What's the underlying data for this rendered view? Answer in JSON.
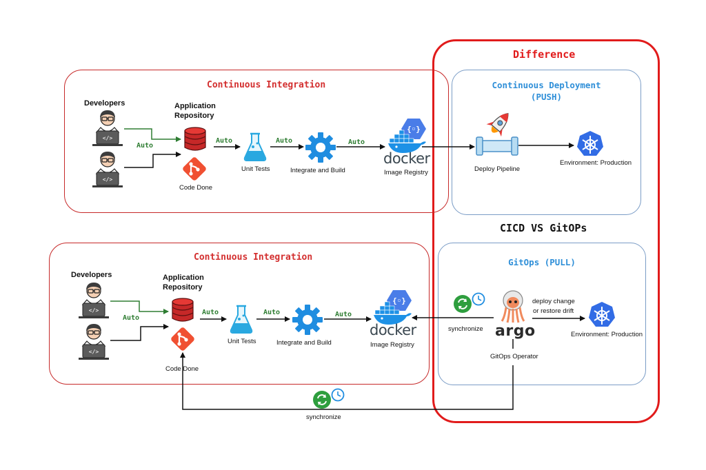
{
  "diagram": {
    "difference_title": "Difference",
    "vs_title": "CICD VS GitOPs",
    "push_section": {
      "ci_title": "Continuous Integration",
      "cd_title": "Continuous Deployment",
      "cd_subtitle": "(PUSH)",
      "developers": "Developers",
      "repo_line1": "Application",
      "repo_line2": "Repository",
      "code_done": "Code Done",
      "unit_tests": "Unit Tests",
      "integrate_build": "Integrate and Build",
      "image_registry": "Image Registry",
      "docker_word": "docker",
      "deploy_pipeline": "Deploy Pipeline",
      "environment": "Environment: Production",
      "auto": "Auto"
    },
    "pull_section": {
      "ci_title": "Continuous Integration",
      "gitops_title": "GitOps (PULL)",
      "developers": "Developers",
      "repo_line1": "Application",
      "repo_line2": "Repository",
      "code_done": "Code Done",
      "unit_tests": "Unit Tests",
      "integrate_build": "Integrate and Build",
      "image_registry": "Image Registry",
      "docker_word": "docker",
      "synchronize": "synchronize",
      "argo_word": "argo",
      "gitops_operator": "GitOps Operator",
      "deploy_change": "deploy change",
      "restore_drift": "or  restore drift",
      "environment": "Environment: Production",
      "bottom_sync": "synchronize",
      "auto": "Auto"
    },
    "colors": {
      "ci_border": "#c62828",
      "difference_border": "#e11b1b",
      "blue_border": "#7a9cc6",
      "auto_text": "#2e7d32",
      "gear": "#1f8de0",
      "flask": "#29a8e0",
      "database": "#c62828",
      "git": "#f05032",
      "kubernetes": "#326ce5"
    }
  }
}
